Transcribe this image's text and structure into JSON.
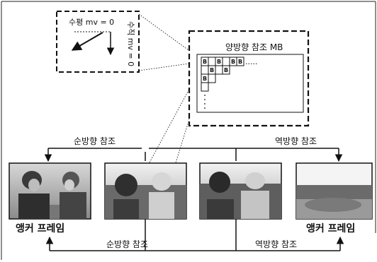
{
  "inset": {
    "horizontal_mv": "수평 mv = 0",
    "vertical_mv": "수직 mv = 0"
  },
  "mb": {
    "title": "양방향 참조 MB",
    "cell_label": "B",
    "ellipsis": "....."
  },
  "references": {
    "forward_top": "순방향 참조",
    "backward_top": "역방향 참조",
    "forward_bottom": "순방향 참조",
    "backward_bottom": "역방향 참조"
  },
  "frames": {
    "anchor_left": "앵커 프레임",
    "anchor_right": "앵커 프레임"
  }
}
